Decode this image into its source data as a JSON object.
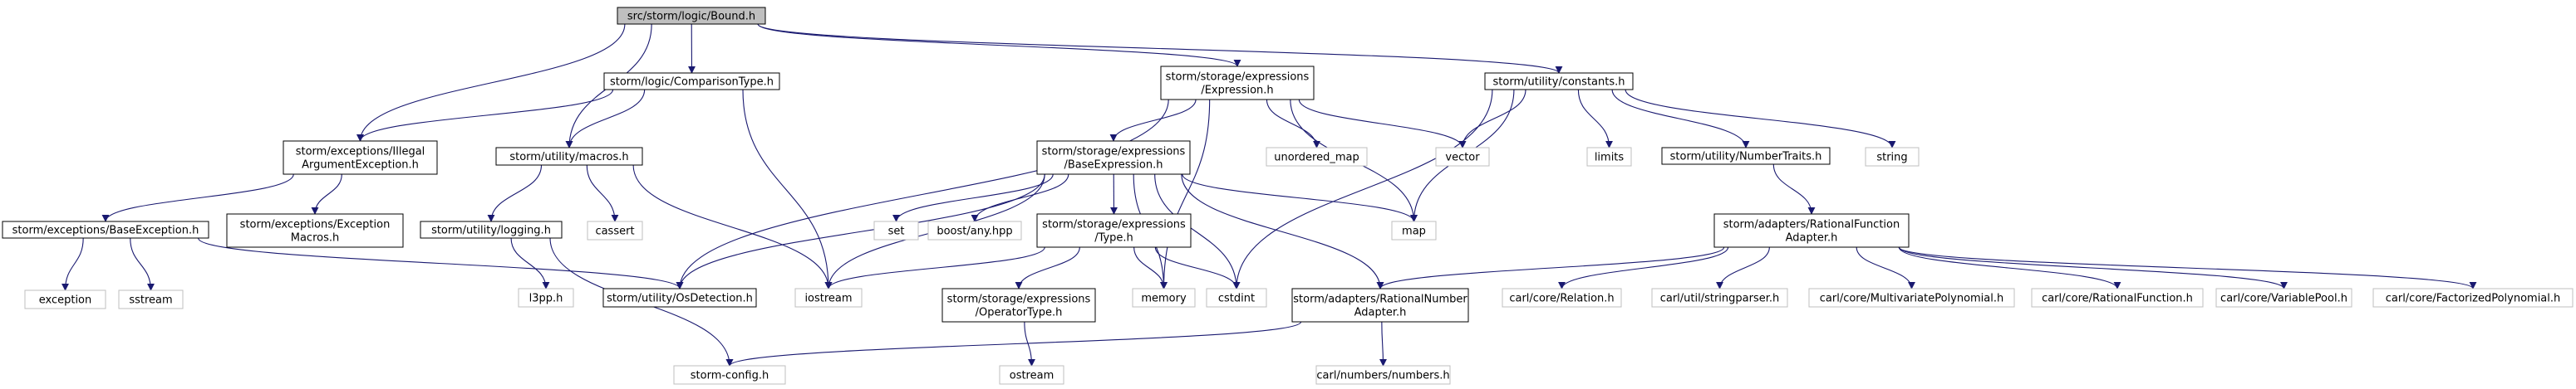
{
  "colors": {
    "edge": "#191970",
    "root_fill": "#bfbfbf",
    "documented_border": "#000000",
    "external_border": "#bfbfbf",
    "node_fill": "#ffffff",
    "text": "#000000"
  },
  "nodes": [
    {
      "id": "bound",
      "kind": "root",
      "lines": [
        "src/storm/logic/Bound.h"
      ]
    },
    {
      "id": "illegal",
      "kind": "documented",
      "lines": [
        "storm/exceptions/Illegal",
        "ArgumentException.h"
      ]
    },
    {
      "id": "macros",
      "kind": "documented",
      "lines": [
        "storm/utility/macros.h"
      ]
    },
    {
      "id": "comptype",
      "kind": "documented",
      "lines": [
        "storm/logic/ComparisonType.h"
      ]
    },
    {
      "id": "expression",
      "kind": "documented",
      "lines": [
        "storm/storage/expressions",
        "/Expression.h"
      ]
    },
    {
      "id": "constants",
      "kind": "documented",
      "lines": [
        "storm/utility/constants.h"
      ]
    },
    {
      "id": "baseexc",
      "kind": "documented",
      "lines": [
        "storm/exceptions/BaseException.h"
      ]
    },
    {
      "id": "excmacros",
      "kind": "documented",
      "lines": [
        "storm/exceptions/Exception",
        "Macros.h"
      ]
    },
    {
      "id": "exception",
      "kind": "external",
      "lines": [
        "exception"
      ]
    },
    {
      "id": "sstream",
      "kind": "external",
      "lines": [
        "sstream"
      ]
    },
    {
      "id": "osdetect",
      "kind": "documented",
      "lines": [
        "storm/utility/OsDetection.h"
      ]
    },
    {
      "id": "logging",
      "kind": "documented",
      "lines": [
        "storm/utility/logging.h"
      ]
    },
    {
      "id": "cassert",
      "kind": "external",
      "lines": [
        "cassert"
      ]
    },
    {
      "id": "iostream",
      "kind": "external",
      "lines": [
        "iostream"
      ]
    },
    {
      "id": "l3pp",
      "kind": "external",
      "lines": [
        "l3pp.h"
      ]
    },
    {
      "id": "stormconfig",
      "kind": "external",
      "lines": [
        "storm-config.h"
      ]
    },
    {
      "id": "baseexpr",
      "kind": "documented",
      "lines": [
        "storm/storage/expressions",
        "/BaseExpression.h"
      ]
    },
    {
      "id": "unordmap",
      "kind": "external",
      "lines": [
        "unordered_map"
      ]
    },
    {
      "id": "vector",
      "kind": "external",
      "lines": [
        "vector"
      ]
    },
    {
      "id": "set",
      "kind": "external",
      "lines": [
        "set"
      ]
    },
    {
      "id": "boostany",
      "kind": "external",
      "lines": [
        "boost/any.hpp"
      ]
    },
    {
      "id": "typeh",
      "kind": "documented",
      "lines": [
        "storm/storage/expressions",
        "/Type.h"
      ]
    },
    {
      "id": "map",
      "kind": "external",
      "lines": [
        "map"
      ]
    },
    {
      "id": "optype",
      "kind": "documented",
      "lines": [
        "storm/storage/expressions",
        "/OperatorType.h"
      ]
    },
    {
      "id": "memory",
      "kind": "external",
      "lines": [
        "memory"
      ]
    },
    {
      "id": "cstdint",
      "kind": "external",
      "lines": [
        "cstdint"
      ]
    },
    {
      "id": "ostream",
      "kind": "external",
      "lines": [
        "ostream"
      ]
    },
    {
      "id": "ratnumadapter",
      "kind": "documented",
      "lines": [
        "storm/adapters/RationalNumber",
        "Adapter.h"
      ]
    },
    {
      "id": "carlnumbers",
      "kind": "external",
      "lines": [
        "carl/numbers/numbers.h"
      ]
    },
    {
      "id": "limits",
      "kind": "external",
      "lines": [
        "limits"
      ]
    },
    {
      "id": "numbertraits",
      "kind": "documented",
      "lines": [
        "storm/utility/NumberTraits.h"
      ]
    },
    {
      "id": "string",
      "kind": "external",
      "lines": [
        "string"
      ]
    },
    {
      "id": "ratfuncadapter",
      "kind": "documented",
      "lines": [
        "storm/adapters/RationalFunction",
        "Adapter.h"
      ]
    },
    {
      "id": "relation",
      "kind": "external",
      "lines": [
        "carl/core/Relation.h"
      ]
    },
    {
      "id": "stringparser",
      "kind": "external",
      "lines": [
        "carl/util/stringparser.h"
      ]
    },
    {
      "id": "multivar",
      "kind": "external",
      "lines": [
        "carl/core/MultivariatePolynomial.h"
      ]
    },
    {
      "id": "ratfunc",
      "kind": "external",
      "lines": [
        "carl/core/RationalFunction.h"
      ]
    },
    {
      "id": "varpool",
      "kind": "external",
      "lines": [
        "carl/core/VariablePool.h"
      ]
    },
    {
      "id": "factpoly",
      "kind": "external",
      "lines": [
        "carl/core/FactorizedPolynomial.h"
      ]
    }
  ],
  "edges": [
    [
      "bound",
      "illegal"
    ],
    [
      "bound",
      "macros"
    ],
    [
      "bound",
      "comptype"
    ],
    [
      "bound",
      "expression"
    ],
    [
      "bound",
      "constants"
    ],
    [
      "illegal",
      "baseexc"
    ],
    [
      "illegal",
      "excmacros"
    ],
    [
      "baseexc",
      "exception"
    ],
    [
      "baseexc",
      "sstream"
    ],
    [
      "baseexc",
      "osdetect"
    ],
    [
      "macros",
      "logging"
    ],
    [
      "macros",
      "cassert"
    ],
    [
      "macros",
      "iostream"
    ],
    [
      "logging",
      "l3pp"
    ],
    [
      "logging",
      "stormconfig"
    ],
    [
      "comptype",
      "illegal"
    ],
    [
      "comptype",
      "macros"
    ],
    [
      "comptype",
      "iostream"
    ],
    [
      "expression",
      "osdetect"
    ],
    [
      "expression",
      "baseexpr"
    ],
    [
      "expression",
      "unordmap"
    ],
    [
      "expression",
      "vector"
    ],
    [
      "expression",
      "map"
    ],
    [
      "expression",
      "memory"
    ],
    [
      "baseexpr",
      "osdetect"
    ],
    [
      "baseexpr",
      "set"
    ],
    [
      "baseexpr",
      "boostany"
    ],
    [
      "baseexpr",
      "iostream"
    ],
    [
      "baseexpr",
      "typeh"
    ],
    [
      "baseexpr",
      "map"
    ],
    [
      "baseexpr",
      "memory"
    ],
    [
      "baseexpr",
      "cstdint"
    ],
    [
      "baseexpr",
      "ratnumadapter"
    ],
    [
      "typeh",
      "iostream"
    ],
    [
      "typeh",
      "optype"
    ],
    [
      "typeh",
      "memory"
    ],
    [
      "typeh",
      "cstdint"
    ],
    [
      "optype",
      "ostream"
    ],
    [
      "ratnumadapter",
      "stormconfig"
    ],
    [
      "ratnumadapter",
      "carlnumbers"
    ],
    [
      "constants",
      "vector"
    ],
    [
      "constants",
      "limits"
    ],
    [
      "constants",
      "map"
    ],
    [
      "constants",
      "cstdint"
    ],
    [
      "constants",
      "numbertraits"
    ],
    [
      "constants",
      "string"
    ],
    [
      "numbertraits",
      "ratfuncadapter"
    ],
    [
      "ratfuncadapter",
      "ratnumadapter"
    ],
    [
      "ratfuncadapter",
      "relation"
    ],
    [
      "ratfuncadapter",
      "stringparser"
    ],
    [
      "ratfuncadapter",
      "multivar"
    ],
    [
      "ratfuncadapter",
      "ratfunc"
    ],
    [
      "ratfuncadapter",
      "varpool"
    ],
    [
      "ratfuncadapter",
      "factpoly"
    ]
  ]
}
